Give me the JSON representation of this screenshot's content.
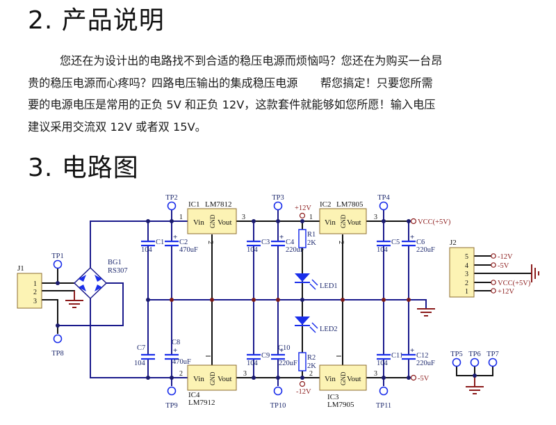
{
  "section2": {
    "title": "2. 产品说明",
    "paragraph_lines": [
      "您还在为设计出的电路找不到合适的稳压电源而烦恼吗？您还在为购买一台昂",
      "贵的稳压电源而心疼吗？四路电压输出的集成稳压电源　　帮您搞定！只要您所需",
      "要的电源电压是常用的正负 5V 和正负 12V，这款套件就能够如您所愿！输入电压",
      "建议采用交流双 12V 或者双 15V。"
    ]
  },
  "section3": {
    "title": "3. 电路图"
  },
  "schematic": {
    "colors": {
      "wire": "#1a1a8c",
      "wire_dark": "#111111",
      "junction": "#1a1a6e",
      "junction_red": "#7a1a1a",
      "ic_fill": "#fcf3b4",
      "ic_stroke": "#8b6b2e",
      "diode": "#1a2eea",
      "ground": "#8b1a1a",
      "testpoint": "#1a2eea",
      "label": "#1e2a6e",
      "net_label": "#8b1a1a"
    },
    "connectors": {
      "J1": {
        "name": "J1",
        "pins": [
          "1",
          "2",
          "3"
        ]
      },
      "J2": {
        "name": "J2",
        "pins": [
          "5",
          "4",
          "3",
          "2",
          "1"
        ],
        "nets": [
          "-12V",
          "-5V",
          "",
          "VCC(+5V)",
          "+12V"
        ]
      }
    },
    "bridge": {
      "name": "BG1",
      "part": "RS307"
    },
    "regulators": {
      "IC1": {
        "ref": "IC1",
        "part": "LM7812",
        "vin": "Vin",
        "gnd": "GND",
        "vout": "Vout",
        "pin_in": "1",
        "pin_gnd": "2",
        "pin_out": "3"
      },
      "IC2": {
        "ref": "IC2",
        "part": "LM7805",
        "vin": "Vin",
        "gnd": "GND",
        "vout": "Vout",
        "pin_in": "1",
        "pin_gnd": "2",
        "pin_out": "3"
      },
      "IC3": {
        "ref": "IC3",
        "part": "LM7905",
        "vin": "Vin",
        "gnd": "GND",
        "vout": "Vout",
        "pin_in": "2",
        "pin_gnd": "1",
        "pin_out": "3"
      },
      "IC4": {
        "ref": "IC4",
        "part": "LM7912",
        "vin": "Vin",
        "gnd": "GND",
        "vout": "Vout",
        "pin_in": "2",
        "pin_gnd": "1",
        "pin_out": "3"
      }
    },
    "capacitors": {
      "C1": {
        "ref": "C1",
        "value": "104"
      },
      "C2": {
        "ref": "C2",
        "value": "470uF"
      },
      "C3": {
        "ref": "C3",
        "value": "104"
      },
      "C4": {
        "ref": "C4",
        "value": "220uF"
      },
      "C5": {
        "ref": "C5",
        "value": "104"
      },
      "C6": {
        "ref": "C6",
        "value": "220uF"
      },
      "C7": {
        "ref": "C7",
        "value": "104"
      },
      "C8": {
        "ref": "C8",
        "value": "470uF"
      },
      "C9": {
        "ref": "C9",
        "value": "104"
      },
      "C10": {
        "ref": "C10",
        "value": "220uF"
      },
      "C11": {
        "ref": "C11",
        "value": "104"
      },
      "C12": {
        "ref": "C12",
        "value": "220uF"
      }
    },
    "resistors": {
      "R1": {
        "ref": "R1",
        "value": "2K"
      },
      "R2": {
        "ref": "R2",
        "value": "2K"
      }
    },
    "leds": {
      "LED1": "LED1",
      "LED2": "LED2"
    },
    "testpoints": {
      "TP1": "TP1",
      "TP2": "TP2",
      "TP3": "TP3",
      "TP4": "TP4",
      "TP5": "TP5",
      "TP6": "TP6",
      "TP7": "TP7",
      "TP8": "TP8",
      "TP9": "TP9",
      "TP10": "TP10",
      "TP11": "TP11"
    },
    "nets": {
      "p12": "+12V",
      "n12": "-12V",
      "vcc": "VCC(+5V)",
      "n5": "-5V",
      "plus": "+"
    }
  }
}
